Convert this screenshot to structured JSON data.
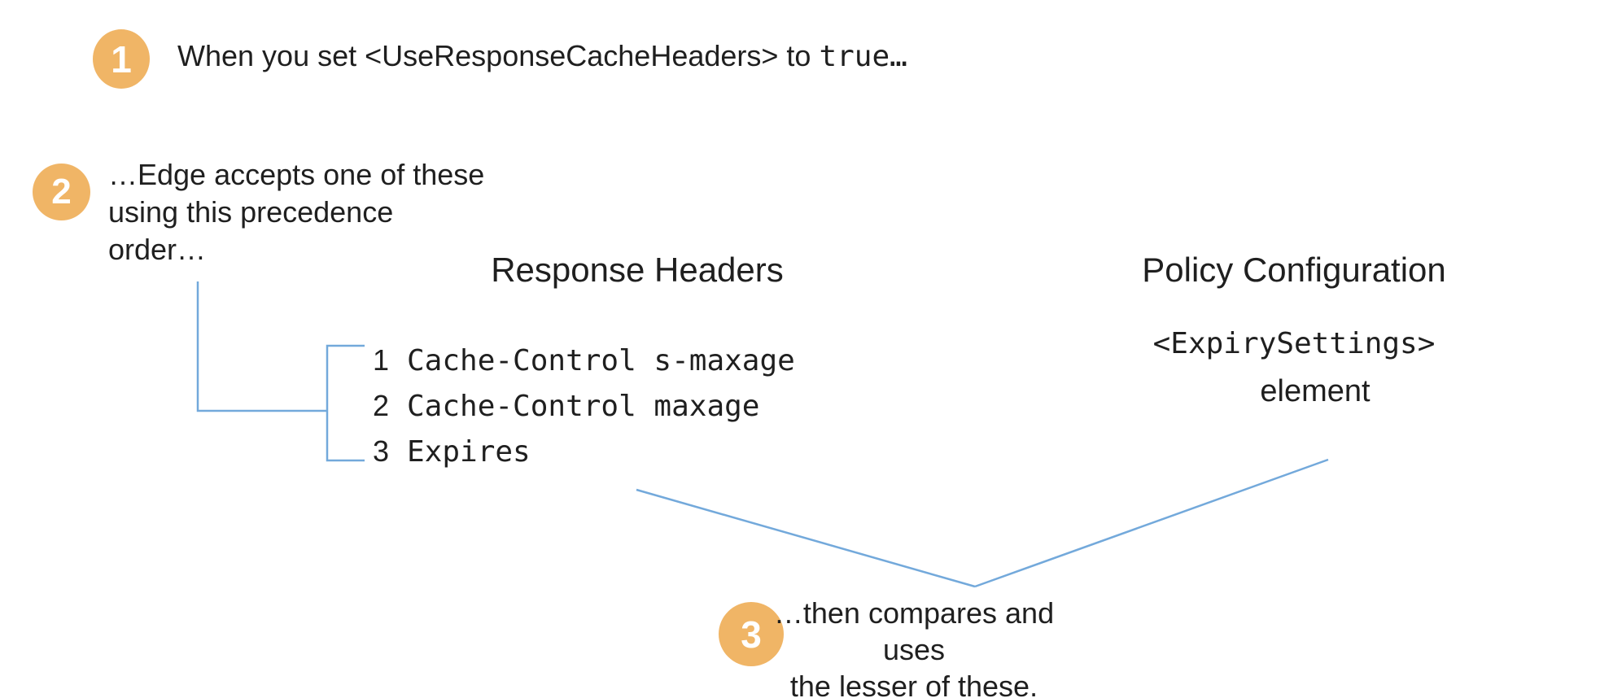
{
  "colors": {
    "accent_orange": "#F0B566",
    "line_blue": "#73A9DB",
    "text": "#1F1F1F",
    "background": "#FFFFFF"
  },
  "steps": {
    "step1": {
      "number": "1",
      "text_before_code": "When you set <UseResponseCacheHeaders> to ",
      "code": "true…"
    },
    "step2": {
      "number": "2",
      "text": "…Edge accepts one of these\nusing this precedence\norder…"
    },
    "step3": {
      "number": "3",
      "text": "…then compares and uses\nthe lesser of these."
    }
  },
  "response_headers": {
    "title": "Response Headers",
    "items": [
      {
        "num": "1",
        "code": "Cache-Control s-maxage"
      },
      {
        "num": "2",
        "code": "Cache-Control maxage"
      },
      {
        "num": "3",
        "code": "Expires"
      }
    ]
  },
  "policy_configuration": {
    "title": "Policy Configuration",
    "code": "<ExpirySettings>",
    "subtitle": "element"
  }
}
